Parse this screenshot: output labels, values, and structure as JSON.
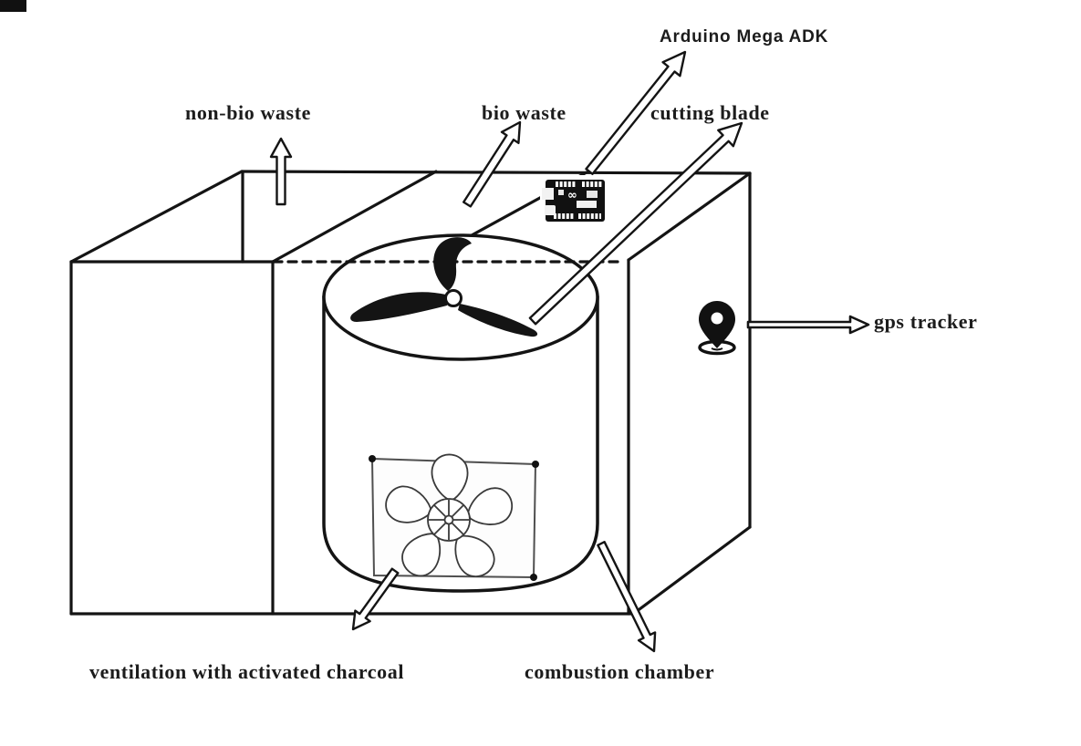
{
  "colors": {
    "background": "#ffffff",
    "ink": "#1c1c1c",
    "panel_stroke": "#4f4f4f"
  },
  "callouts": {
    "arduino": {
      "text": "Arduino Mega ADK"
    },
    "non_bio": {
      "text": "non-bio waste"
    },
    "bio": {
      "text": "bio waste"
    },
    "cutting": {
      "text": "cutting blade"
    },
    "gps": {
      "text": "gps tracker"
    },
    "ventilation": {
      "text": "ventilation with activated charcoal"
    },
    "combustion": {
      "text": "combustion chamber"
    }
  },
  "icons": {
    "arduino_board": "arduino-board-icon",
    "gps_pin": "location-pin-icon",
    "propeller": "cutting-blade-propeller-icon",
    "fan": "ventilation-fan-icon"
  },
  "arrows": [
    {
      "id": "arrow-non-bio-waste",
      "points_to": "non-bio waste",
      "direction": "up"
    },
    {
      "id": "arrow-bio-waste",
      "points_to": "bio waste",
      "direction": "up-right"
    },
    {
      "id": "arrow-arduino",
      "points_to": "Arduino Mega ADK",
      "direction": "up-right"
    },
    {
      "id": "arrow-cutting-blade",
      "points_to": "cutting blade",
      "direction": "up-right"
    },
    {
      "id": "arrow-gps-tracker",
      "points_to": "gps tracker",
      "direction": "right"
    },
    {
      "id": "arrow-ventilation",
      "points_to": "ventilation with activated charcoal",
      "direction": "down-left"
    },
    {
      "id": "arrow-combustion",
      "points_to": "combustion chamber",
      "direction": "down-right"
    }
  ]
}
